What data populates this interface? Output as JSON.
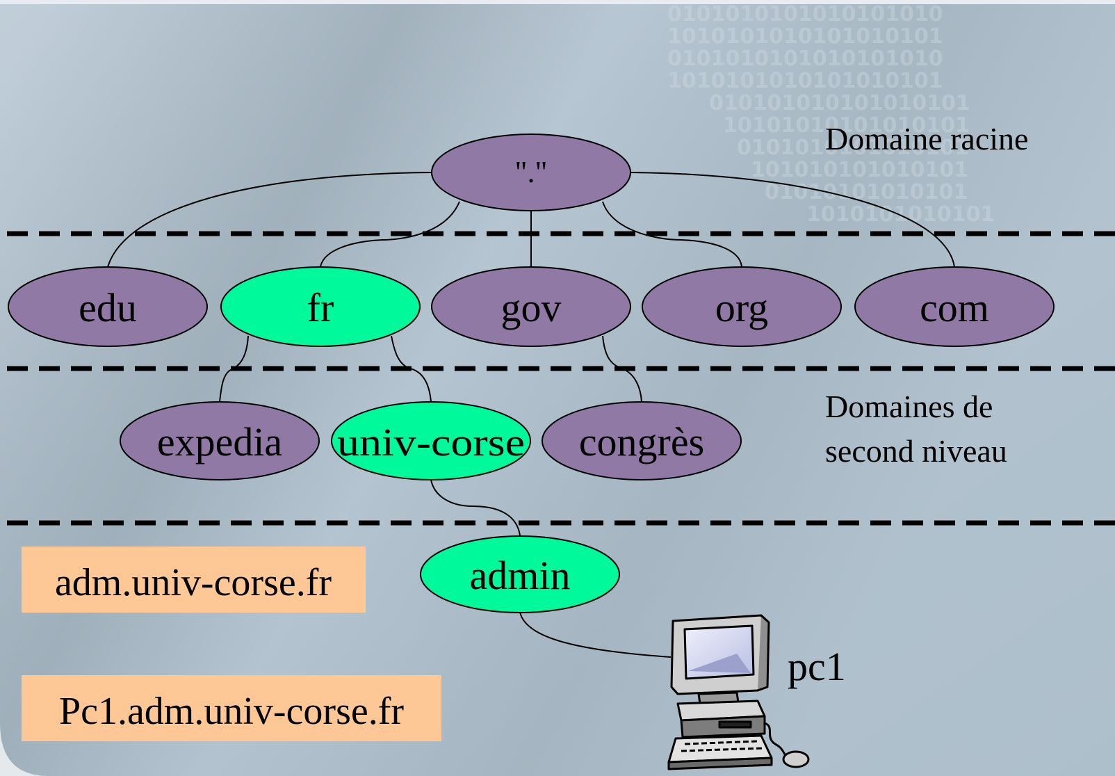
{
  "colors": {
    "node_default": "#9179a6",
    "node_highlight": "#00f99a",
    "fqdn_box": "#fdc896",
    "dashed_line": "#000000"
  },
  "root_node": {
    "label": "\".\""
  },
  "tld_nodes": [
    {
      "label": "edu",
      "highlighted": false
    },
    {
      "label": "fr",
      "highlighted": true
    },
    {
      "label": "gov",
      "highlighted": false
    },
    {
      "label": "org",
      "highlighted": false
    },
    {
      "label": "com",
      "highlighted": false
    }
  ],
  "second_level_nodes": [
    {
      "label": "expedia",
      "parent": "fr",
      "highlighted": false
    },
    {
      "label": "univ-corse",
      "parent": "fr",
      "highlighted": true
    },
    {
      "label": "congrès",
      "parent": "gov",
      "highlighted": false
    }
  ],
  "third_level_nodes": [
    {
      "label": "admin",
      "parent": "univ-corse",
      "highlighted": true
    }
  ],
  "annotations": {
    "root_level": "Domaine racine",
    "second_level_line1": "Domaines de",
    "second_level_line2": "second niveau"
  },
  "host": {
    "label": "pc1",
    "icon": "desktop-computer-icon"
  },
  "fqdn_examples": [
    "adm.univ-corse.fr",
    "Pc1.adm.univ-corse.fr"
  ]
}
